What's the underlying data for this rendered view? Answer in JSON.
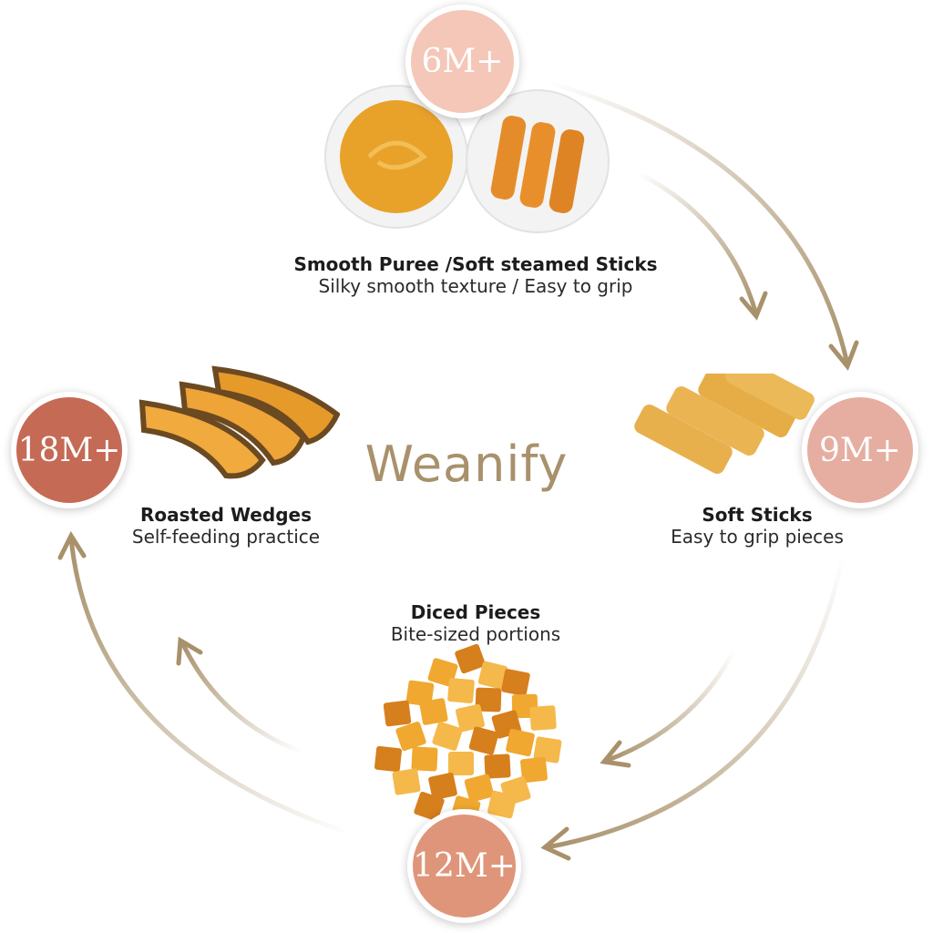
{
  "brand": {
    "name": "Weanify",
    "color": "#a8916b"
  },
  "stages": [
    {
      "age": "6M+",
      "title": "Smooth Puree /Soft steamed Sticks",
      "subtitle": "Silky smooth texture / Easy to grip",
      "badge_color": "#f4c7b8"
    },
    {
      "age": "9M+",
      "title": "Soft Sticks",
      "subtitle": "Easy to grip pieces",
      "badge_color": "#e5aea1"
    },
    {
      "age": "12M+",
      "title": "Diced Pieces",
      "subtitle": "Bite-sized portions",
      "badge_color": "#df9579"
    },
    {
      "age": "18M+",
      "title": "Roasted Wedges",
      "subtitle": "Self-feeding practice",
      "badge_color": "#c56a55"
    }
  ],
  "colors": {
    "arrow": "#a8916b",
    "squash": "#f0a830",
    "squash_dark": "#d67f1d",
    "skin": "#6b4a22",
    "plate": "#f2f2f2"
  }
}
